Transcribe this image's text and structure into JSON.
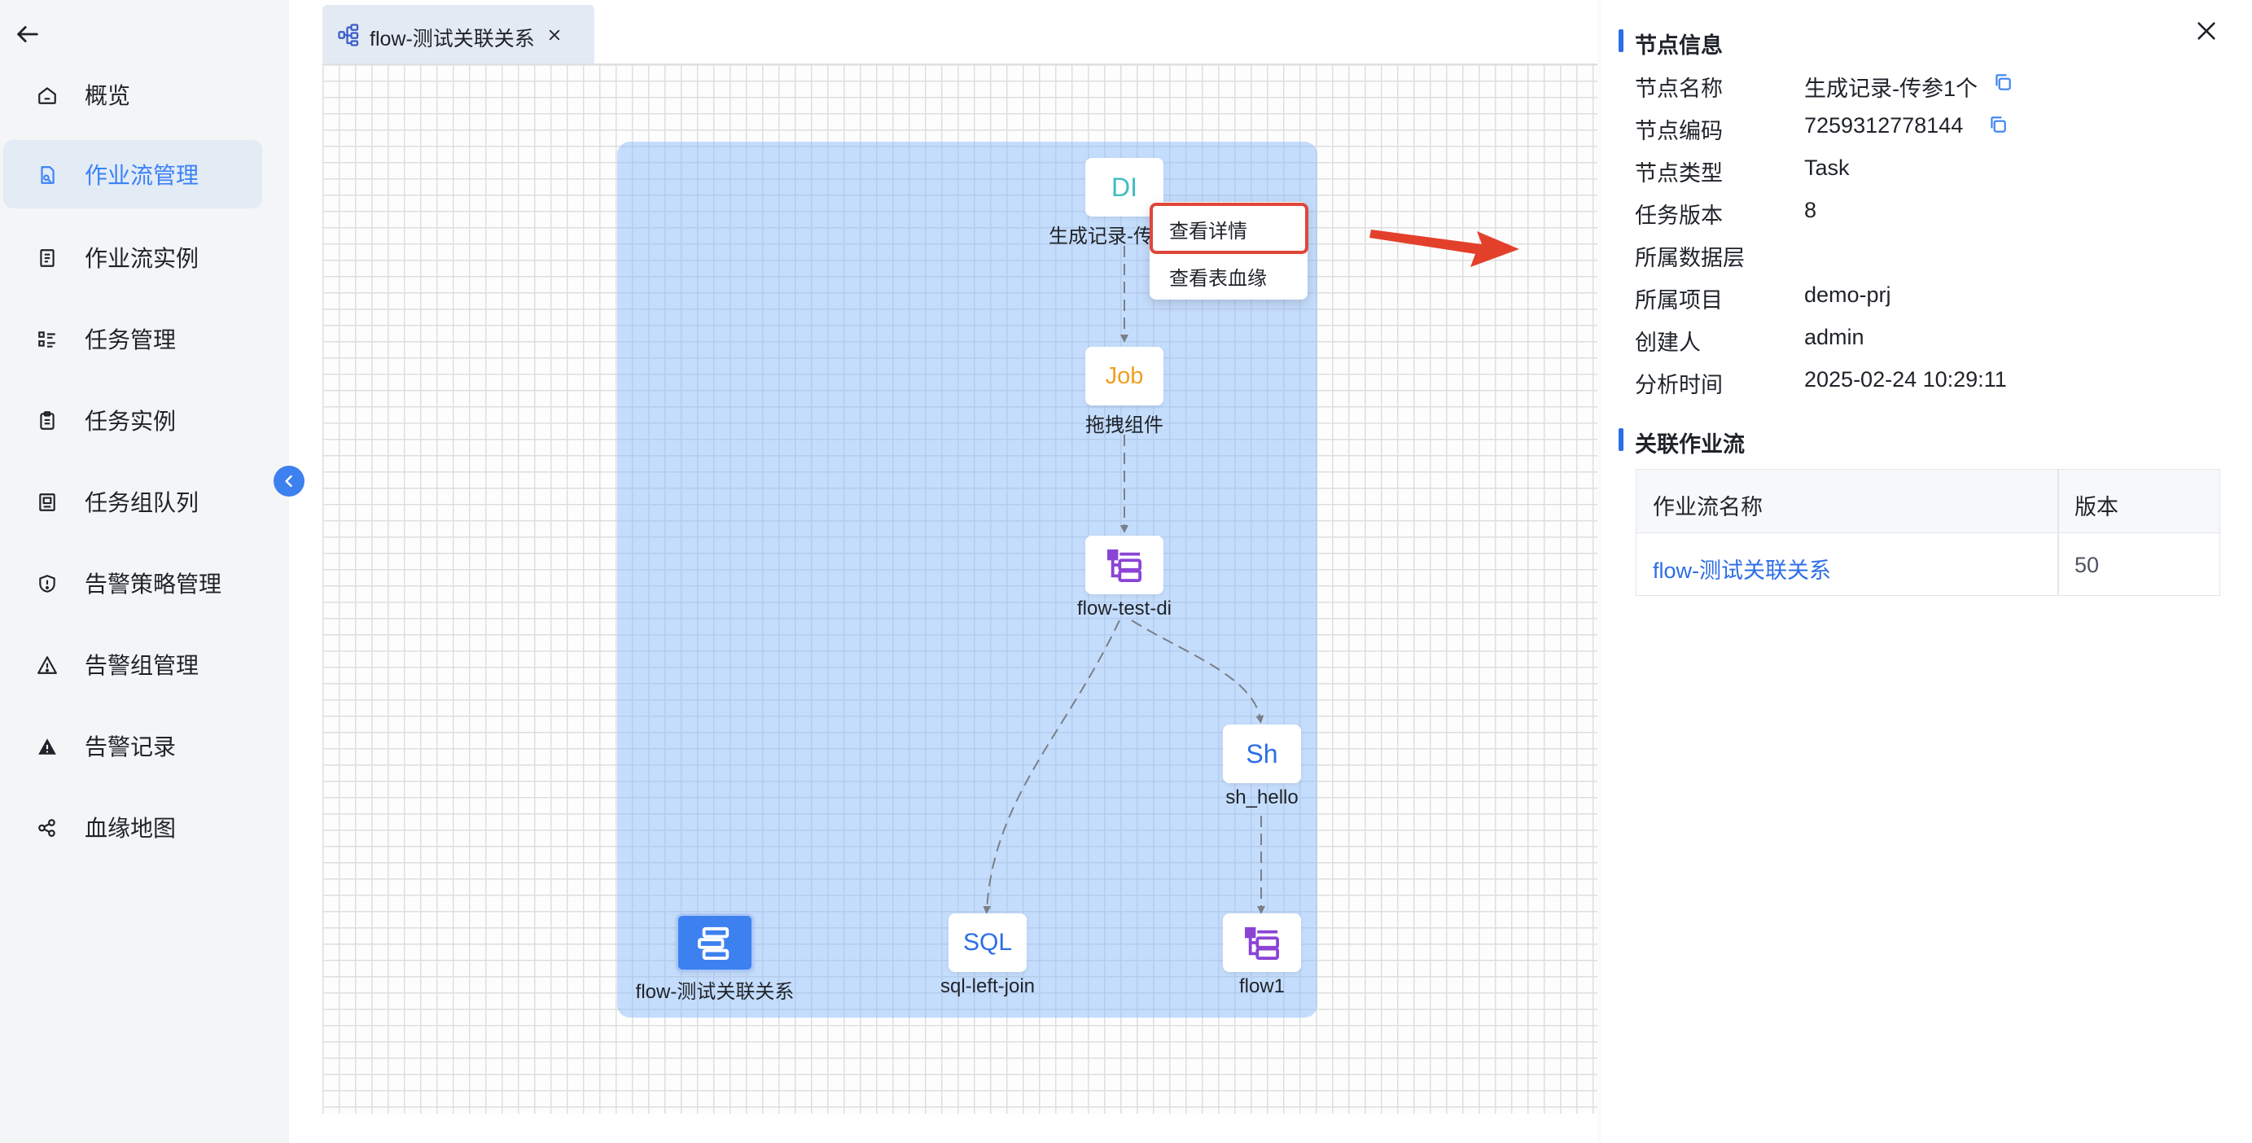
{
  "sidebar": {
    "items": [
      {
        "label": "概览",
        "icon": "home-icon"
      },
      {
        "label": "作业流管理",
        "icon": "workflow-doc-icon"
      },
      {
        "label": "作业流实例",
        "icon": "document-list-icon"
      },
      {
        "label": "任务管理",
        "icon": "task-list-icon"
      },
      {
        "label": "任务实例",
        "icon": "clipboard-icon"
      },
      {
        "label": "任务组队列",
        "icon": "queue-icon"
      },
      {
        "label": "告警策略管理",
        "icon": "shield-alert-icon"
      },
      {
        "label": "告警组管理",
        "icon": "warning-triangle-icon"
      },
      {
        "label": "告警记录",
        "icon": "warning-filled-icon"
      },
      {
        "label": "血缘地图",
        "icon": "lineage-icon"
      }
    ],
    "active_index": 1,
    "accent_color": "#3b82f6"
  },
  "tab": {
    "label": "flow-测试关联关系"
  },
  "canvas": {
    "nodes": [
      {
        "badge": "DI",
        "label": "生成记录-传",
        "badge_color": "#40bcc4"
      },
      {
        "badge": "Job",
        "label": "拖拽组件",
        "badge_color": "#f0a020"
      },
      {
        "badge": "",
        "label": "flow-test-di",
        "icon": "subflow-icon"
      },
      {
        "badge": "Sh",
        "label": "sh_hello",
        "badge_color": "#2d6ee6"
      },
      {
        "badge": "",
        "label": "flow-测试关联关系",
        "icon": "workflow-root-icon"
      },
      {
        "badge": "SQL",
        "label": "sql-left-join",
        "badge_color": "#2d6ee6"
      },
      {
        "badge": "",
        "label": "flow1",
        "icon": "subflow-icon"
      }
    ],
    "context_menu": {
      "items": [
        "查看详情",
        "查看表血缘"
      ]
    }
  },
  "panel": {
    "node_info": {
      "title": "节点信息",
      "rows": [
        {
          "label": "节点名称",
          "value": "生成记录-传参1个"
        },
        {
          "label": "节点编码",
          "value": "7259312778144"
        },
        {
          "label": "节点类型",
          "value": "Task"
        },
        {
          "label": "任务版本",
          "value": "8"
        },
        {
          "label": "所属数据层",
          "value": ""
        },
        {
          "label": "所属项目",
          "value": "demo-prj"
        },
        {
          "label": "创建人",
          "value": "admin"
        },
        {
          "label": "分析时间",
          "value": "2025-02-24 10:29:11"
        }
      ]
    },
    "related_flows": {
      "title": "关联作业流",
      "columns": [
        "作业流名称",
        "版本"
      ],
      "rows": [
        {
          "name": "flow-测试关联关系",
          "version": "50"
        }
      ]
    }
  }
}
